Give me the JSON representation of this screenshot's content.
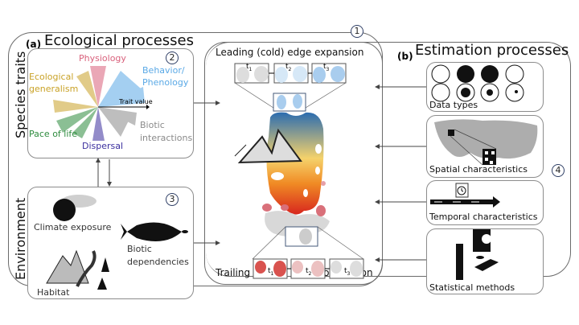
{
  "panel_a": {
    "letter": "(a)",
    "title": "Ecological processes",
    "badge": "1",
    "species_traits": {
      "side_label": "Species traits",
      "badge": "2",
      "axis_label": "Trait value",
      "categories": [
        {
          "label": "Physiology",
          "color": "#d9617c"
        },
        {
          "label": "Behavior/",
          "label2": "Phenology",
          "color": "#5aa9e6"
        },
        {
          "label": "Ecological",
          "label2": "generalism",
          "color": "#c9a227"
        },
        {
          "label": "Pace of life",
          "color": "#2e8b3e"
        },
        {
          "label": "Dispersal",
          "color": "#3b2f9e"
        },
        {
          "label": "Biotic",
          "label2": "interactions",
          "color": "#8a8a8a"
        }
      ]
    },
    "environment": {
      "side_label": "Environment",
      "badge": "3",
      "items": {
        "climate": "Climate exposure",
        "biotic1": "Biotic",
        "biotic2": "dependencies",
        "habitat": "Habitat"
      }
    },
    "range_shift": {
      "leading_title": "Leading (cold) edge expansion",
      "trailing_title": "Trailing (warm) edge contraction",
      "time_labels": [
        "t",
        "t",
        "t"
      ],
      "time_subs": [
        "1",
        "2",
        "3"
      ],
      "leading_color": "#5aa9e6",
      "trailing_color": "#d9534f"
    }
  },
  "panel_b": {
    "letter": "(b)",
    "title": "Estimation processes",
    "badge": "4",
    "items": {
      "data_types": "Data types",
      "spatial": "Spatial characteristics",
      "temporal": "Temporal characteristics",
      "statistical": "Statistical methods"
    }
  }
}
